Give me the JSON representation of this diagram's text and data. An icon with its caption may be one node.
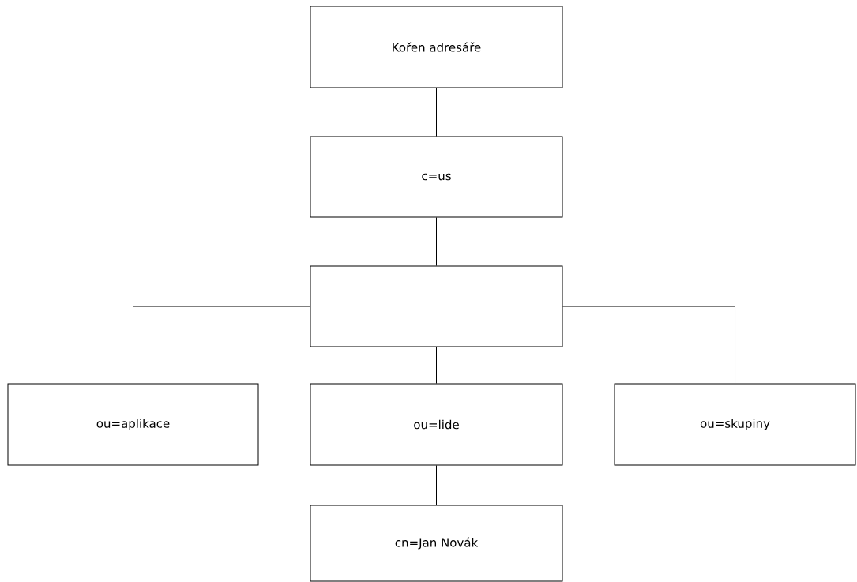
{
  "diagram": {
    "nodes": [
      {
        "text": [
          "Kořen adresáře"
        ]
      },
      {
        "text": [
          "c=us"
        ]
      },
      {
        "text": [],
        "shape": "box"
      },
      {
        "text": [
          "ou=aplikace"
        ]
      },
      {
        "text": [
          "ou=lide"
        ]
      },
      {
        "text": [
          "ou=skupiny"
        ]
      },
      {
        "text": [
          "cn=Jan Novák"
        ]
      }
    ],
    "edges": [
      {
        "from": 0,
        "to": 1,
        "arrow": "none"
      },
      {
        "from": 1,
        "to": 2,
        "arrow": "none"
      },
      {
        "from": 2,
        "to": 3,
        "arrow": "none"
      },
      {
        "from": 2,
        "to": 4,
        "arrow": "none"
      },
      {
        "from": 2,
        "to": 5,
        "arrow": "none"
      },
      {
        "from": 4,
        "to": 6,
        "arrow": "none"
      }
    ]
  }
}
